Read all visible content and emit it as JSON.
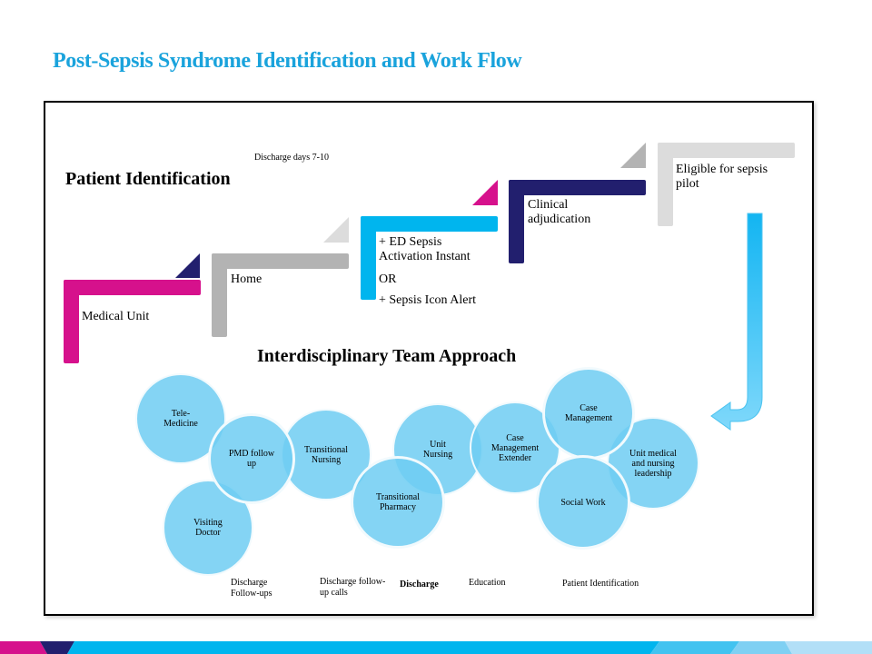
{
  "slide": {
    "title": "Post-Sepsis Syndrome Identification and Work Flow"
  },
  "diagram": {
    "discharge_note": "Discharge days 7-10",
    "patient_identification_heading": "Patient Identification",
    "team_heading": "Interdisciplinary Team Approach",
    "steps": [
      {
        "label": "Medical  Unit",
        "color": "#d6118c"
      },
      {
        "label": "Home",
        "color": "#b3b3b3"
      },
      {
        "lines": [
          "+ ED Sepsis Activation  Instant",
          "OR",
          "+ Sepsis  Icon Alert"
        ],
        "color": "#00b5ee"
      },
      {
        "label": "Clinical adjudication",
        "color": "#221f6e"
      },
      {
        "label": "Eligible  for sepsis pilot",
        "color": "#dcdcdc"
      }
    ],
    "circles": [
      {
        "label": "Tele-Medicine"
      },
      {
        "label": "PMD follow up"
      },
      {
        "label": "Transitional Nursing"
      },
      {
        "label": "Visiting Doctor"
      },
      {
        "label": "Transitional Pharmacy"
      },
      {
        "label": "Unit Nursing"
      },
      {
        "label": "Case Management Extender"
      },
      {
        "label": "Case Management"
      },
      {
        "label": "Social Work"
      },
      {
        "label": "Unit medical and nursing leadership"
      }
    ],
    "footer_labels": [
      {
        "label": "Discharge Follow-ups"
      },
      {
        "label": "Discharge follow-up calls"
      },
      {
        "label": "Discharge"
      },
      {
        "label": "Education"
      },
      {
        "label": "Patient Identification"
      }
    ]
  },
  "colors": {
    "title": "#1aa3dc",
    "magenta": "#d6118c",
    "navy": "#221f6e",
    "cyan": "#00b5ee",
    "gray": "#b3b3b3",
    "light_gray": "#dcdcdc",
    "circle": "#6ecdf2"
  }
}
